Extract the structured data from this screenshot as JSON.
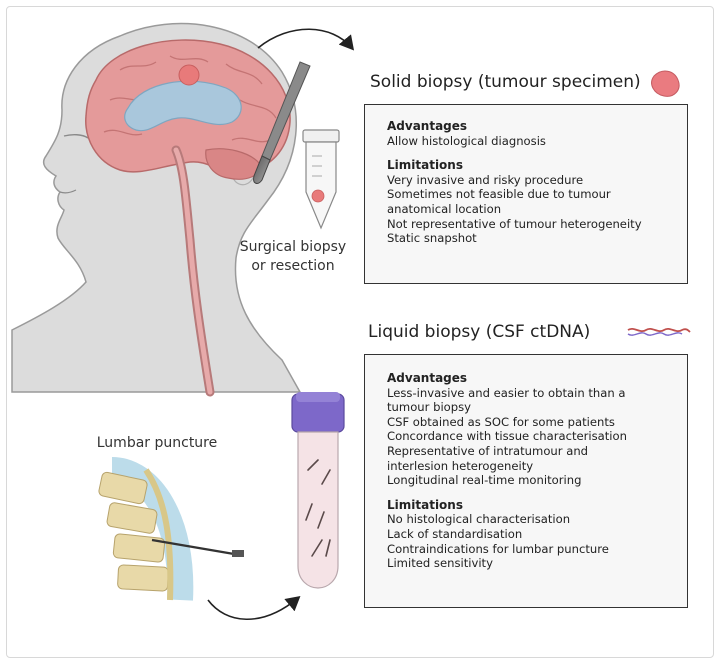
{
  "captions": {
    "surgical": "Surgical biopsy\nor resection",
    "lumbar": "Lumbar puncture"
  },
  "solid": {
    "heading": "Solid biopsy (tumour specimen)",
    "advantages_title": "Advantages",
    "advantages": [
      "Allow histological diagnosis"
    ],
    "limitations_title": "Limitations",
    "limitations": [
      "Very invasive and risky procedure",
      "Sometimes not feasible due to tumour\nanatomical location",
      "Not representative of tumour heterogeneity",
      "Static snapshot"
    ]
  },
  "liquid": {
    "heading": "Liquid biopsy (CSF ctDNA)",
    "advantages_title": "Advantages",
    "advantages": [
      "Less-invasive and easier to obtain than a\ntumour biopsy",
      "CSF obtained as SOC for some patients",
      "Concordance with tissue characterisation",
      "Representative of intratumour and\ninterlesion heterogeneity",
      "Longitudinal real-time monitoring"
    ],
    "limitations_title": "Limitations",
    "limitations": [
      "No histological characterisation",
      "Lack of standardisation",
      "Contraindications for lumbar puncture",
      "Limited sensitivity"
    ]
  },
  "colors": {
    "skin": "#dcdcdc",
    "skin_outline": "#9a9a9a",
    "brain": "#e49a9a",
    "ventricle": "#a9c7dc",
    "tumour": "#e87a7a",
    "tube_cap_purple": "#7d68c9",
    "csf_fluid": "#f5e3e6",
    "spine_yellow": "#e8d9a8",
    "disc_blue": "#bcdcea"
  }
}
